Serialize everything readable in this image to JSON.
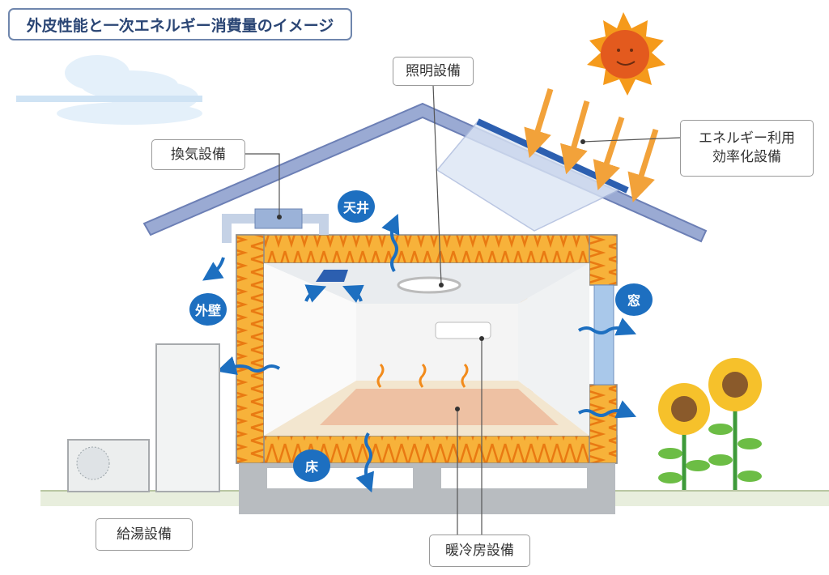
{
  "title": "外皮性能と一次エネルギー消費量のイメージ",
  "equipment_labels": {
    "lighting": "照明設備",
    "ventilation": "換気設備",
    "efficiency_line1": "エネルギー利用",
    "efficiency_line2": "効率化設備",
    "hot_water": "給湯設備",
    "heating_cooling": "暖冷房設備"
  },
  "envelope_tags": {
    "ceiling": "天井",
    "exterior_wall": "外壁",
    "window": "窓",
    "floor": "床"
  },
  "colors": {
    "insulation": "#f5a623",
    "tag_blue": "#1d6fc0",
    "roof": "#9aaad3",
    "sun": "#e8561c"
  }
}
